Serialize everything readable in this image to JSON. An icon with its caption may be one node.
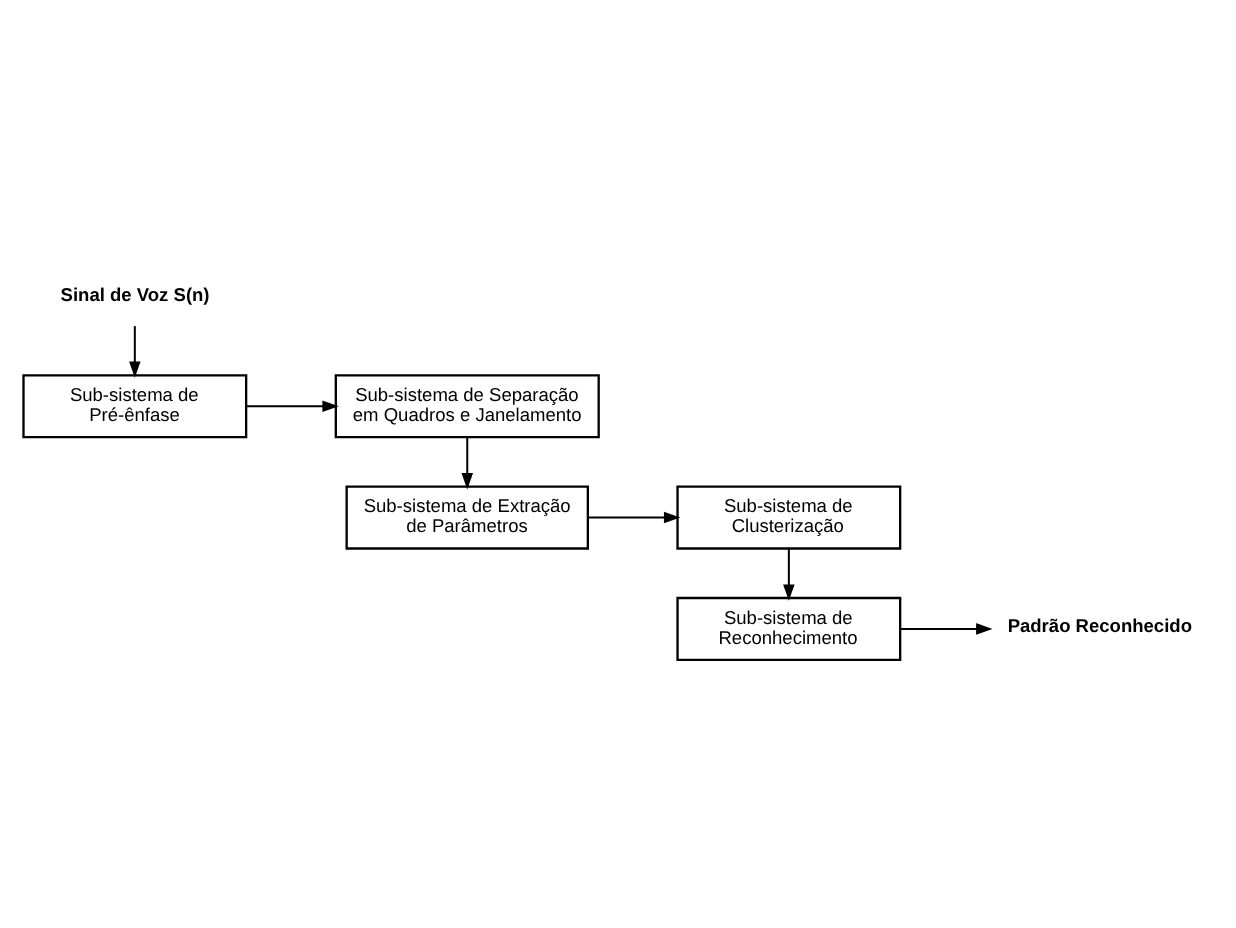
{
  "diagram": {
    "nodes": [
      {
        "text": [
          "Sinal de Voz S(n)"
        ]
      },
      {
        "text": [
          "Sub-sistema de Pré-ênfase"
        ]
      },
      {
        "text": [
          "Sub-sistema de Separação em Quadros e Janelamento"
        ]
      },
      {
        "text": [
          "Sub-sistema de Extração de Parâmetros"
        ]
      },
      {
        "text": [
          "Sub-sistema de Clusterização"
        ]
      },
      {
        "text": [
          "Sub-sistema de Reconhecimento"
        ]
      },
      {
        "text": [
          "Padrão Reconhecido"
        ]
      }
    ],
    "edges": [
      {
        "from": 0,
        "to": 1,
        "arrow": "to"
      },
      {
        "from": 1,
        "to": 2,
        "arrow": "to"
      },
      {
        "from": 2,
        "to": 3,
        "arrow": "to"
      },
      {
        "from": 3,
        "to": 4,
        "arrow": "to"
      },
      {
        "from": 4,
        "to": 5,
        "arrow": "to"
      },
      {
        "from": 5,
        "to": 6,
        "arrow": "to"
      }
    ]
  }
}
